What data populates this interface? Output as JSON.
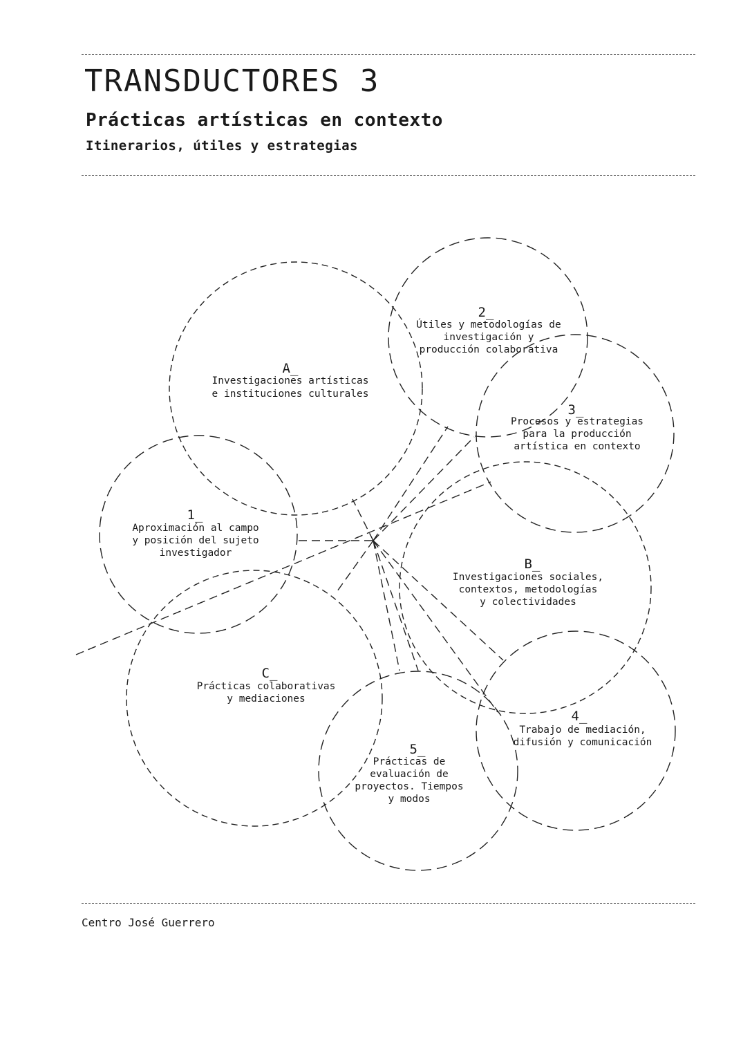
{
  "header": {
    "title": "TRANSDUCTORES 3",
    "subtitle": "Prácticas artísticas en contexto",
    "subsubtitle": "Itinerarios, útiles y estrategias"
  },
  "diagram": {
    "nodes": [
      {
        "id": "A",
        "tag": "A_",
        "lines": [
          "Investigaciones artísticas",
          "e instituciones culturales"
        ]
      },
      {
        "id": "2",
        "tag": "2_",
        "lines": [
          "Útiles y metodologías de",
          "investigación y",
          "producción colaborativa"
        ]
      },
      {
        "id": "3",
        "tag": "3_",
        "lines": [
          "Procesos y estrategias",
          "para la producción",
          "artística en contexto"
        ]
      },
      {
        "id": "1",
        "tag": "1_",
        "lines": [
          "Aproximación al campo",
          "y posición del sujeto",
          "investigador"
        ]
      },
      {
        "id": "B",
        "tag": "B_",
        "lines": [
          "Investigaciones sociales,",
          "contextos, metodologías",
          "y colectividades"
        ]
      },
      {
        "id": "C",
        "tag": "C_",
        "lines": [
          "Prácticas colaborativas",
          "y mediaciones"
        ]
      },
      {
        "id": "4",
        "tag": "4_",
        "lines": [
          "Trabajo de mediación,",
          "difusión y comunicación"
        ]
      },
      {
        "id": "5",
        "tag": "5_",
        "lines": [
          "Prácticas de",
          "evaluación de",
          "proyectos. Tiempos",
          "y modos"
        ]
      }
    ]
  },
  "footer": {
    "text": "Centro José Guerrero"
  }
}
